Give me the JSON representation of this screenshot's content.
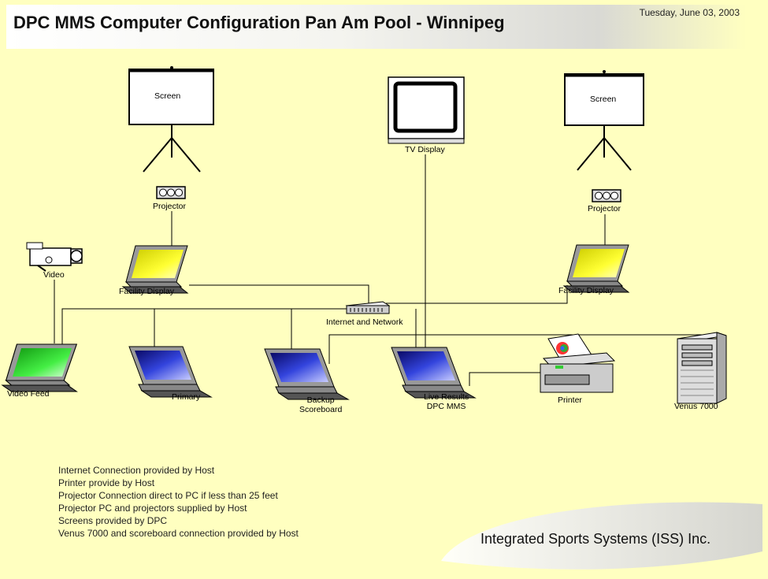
{
  "header": {
    "title": "DPC MMS Computer Configuration Pan Am Pool - Winnipeg",
    "date": "Tuesday, June 03, 2003"
  },
  "nodes": {
    "screen_left": "Screen",
    "screen_right": "Screen",
    "tv_display": "TV Display",
    "projector_left": "Projector",
    "projector_right": "Projector",
    "video": "Video",
    "facility_display_left": "Facility Display",
    "facility_display_right": "Facility Display",
    "network_hub": "Internet and Network",
    "video_feed": "Video Feed",
    "primary": "Primary",
    "backup_scoreboard_line1": "Backup",
    "backup_scoreboard_line2": "Scoreboard",
    "live_results_line1": "Live Results",
    "live_results_line2": "DPC MMS",
    "printer": "Printer",
    "venus": "Venus 7000"
  },
  "icons": {
    "screen": "projection-screen-icon",
    "tv": "tv-monitor-icon",
    "projector": "projector-icon",
    "camera": "video-camera-icon",
    "laptop": "laptop-icon",
    "hub": "network-hub-icon",
    "printer": "printer-icon",
    "tower": "server-tower-icon"
  },
  "colors": {
    "background": "#FFFFC0",
    "laptop_screen_yellow": "#FFFF33",
    "laptop_screen_green": "#33DD33",
    "laptop_screen_blue": "#2233CC"
  },
  "notes": [
    "Internet Connection provided by Host",
    "Printer provide by Host",
    "Projector Connection direct to PC if less than 25 feet",
    "Projector PC and projectors supplied by Host",
    "Screens provided by DPC",
    "Venus 7000 and scoreboard connection provided by Host"
  ],
  "footer": {
    "company": "Integrated Sports Systems (ISS) Inc."
  }
}
